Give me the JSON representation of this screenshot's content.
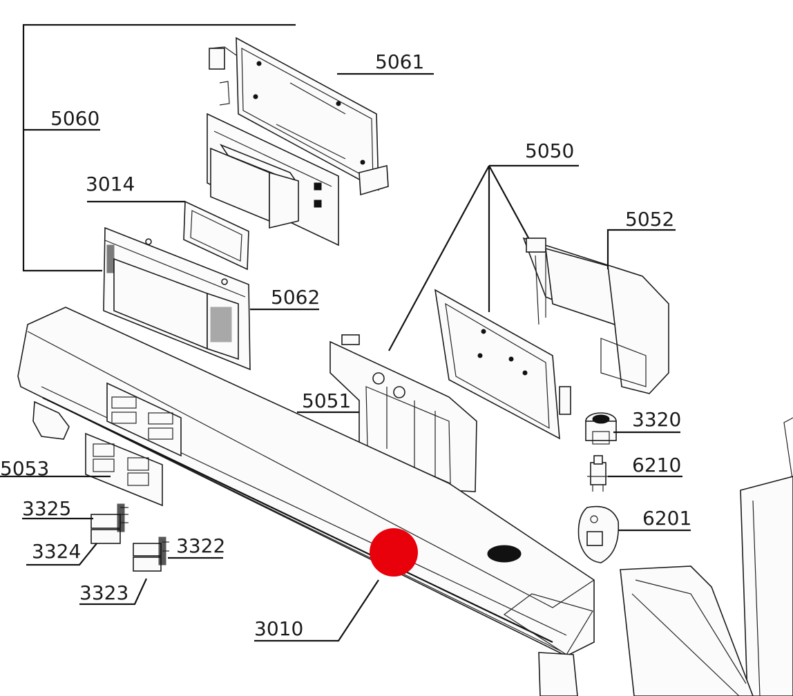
{
  "labels": {
    "p5061": "5061",
    "p5060": "5060",
    "p3014": "3014",
    "p5050": "5050",
    "p5052": "5052",
    "p5062": "5062",
    "p5051": "5051",
    "p3320": "3320",
    "p6210": "6210",
    "p5053": "5053",
    "p3325": "3325",
    "p6201": "6201",
    "p3324": "3324",
    "p3322": "3322",
    "p3323": "3323",
    "p3010": "3010"
  },
  "colors": {
    "marker": "#e8000b",
    "line": "#111111"
  },
  "marker_icon": "red-dot-marker"
}
